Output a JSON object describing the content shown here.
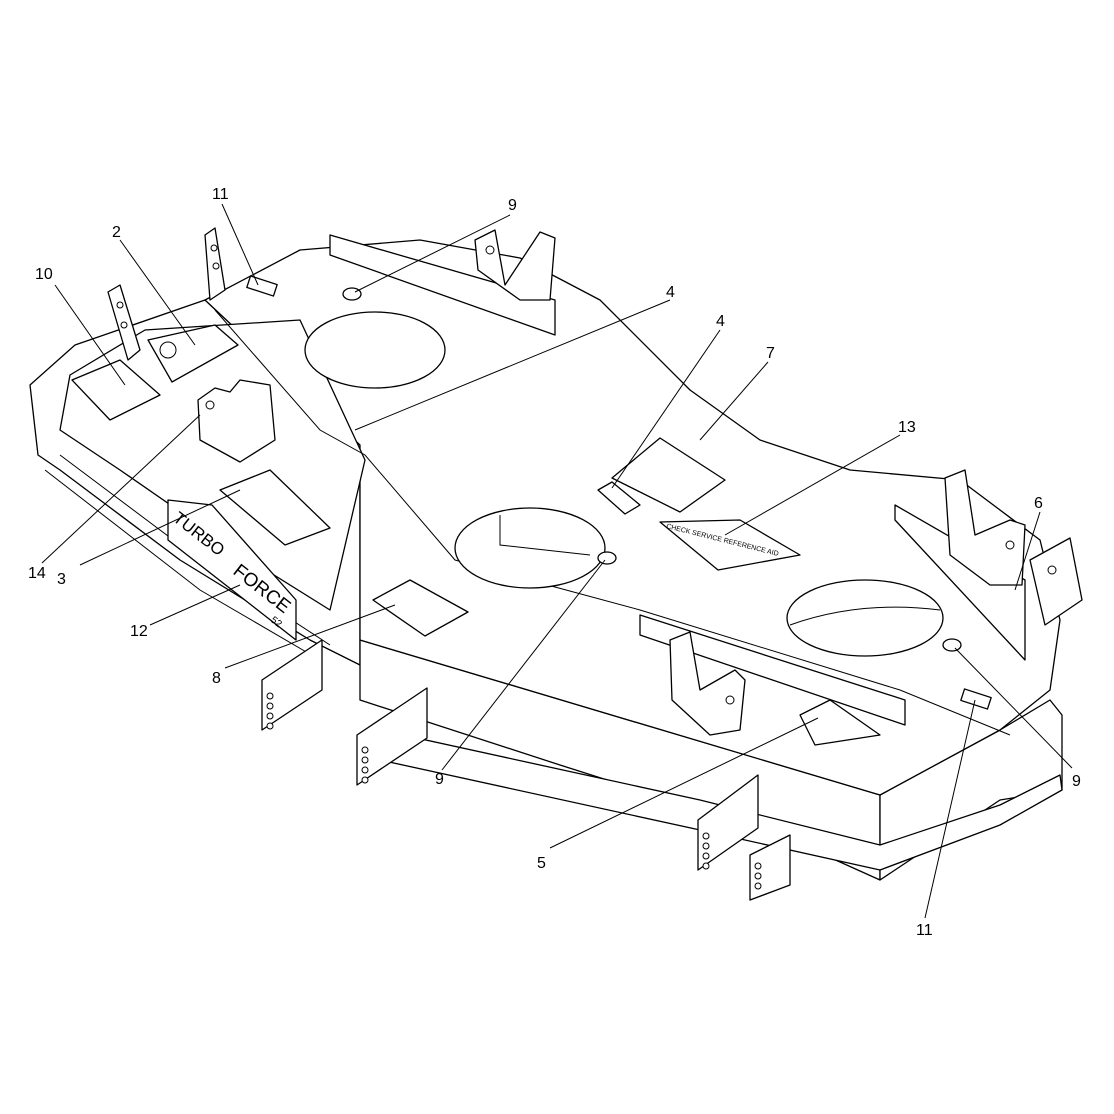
{
  "callouts": [
    {
      "id": "c11a",
      "label": "11"
    },
    {
      "id": "c2",
      "label": "2"
    },
    {
      "id": "c10",
      "label": "10"
    },
    {
      "id": "c9a",
      "label": "9"
    },
    {
      "id": "c4a",
      "label": "4"
    },
    {
      "id": "c4b",
      "label": "4"
    },
    {
      "id": "c7",
      "label": "7"
    },
    {
      "id": "c13",
      "label": "13"
    },
    {
      "id": "c6",
      "label": "6"
    },
    {
      "id": "c14",
      "label": "14"
    },
    {
      "id": "c3",
      "label": "3"
    },
    {
      "id": "c12",
      "label": "12"
    },
    {
      "id": "c8",
      "label": "8"
    },
    {
      "id": "c9b",
      "label": "9"
    },
    {
      "id": "c5",
      "label": "5"
    },
    {
      "id": "c9c",
      "label": "9"
    },
    {
      "id": "c11b",
      "label": "11"
    }
  ],
  "deck_text": {
    "brand_line1": "TURBO",
    "brand_line2": "FORCE",
    "brand_size": "52",
    "service_decal": "CHECK SERVICE REFERENCE AID"
  }
}
